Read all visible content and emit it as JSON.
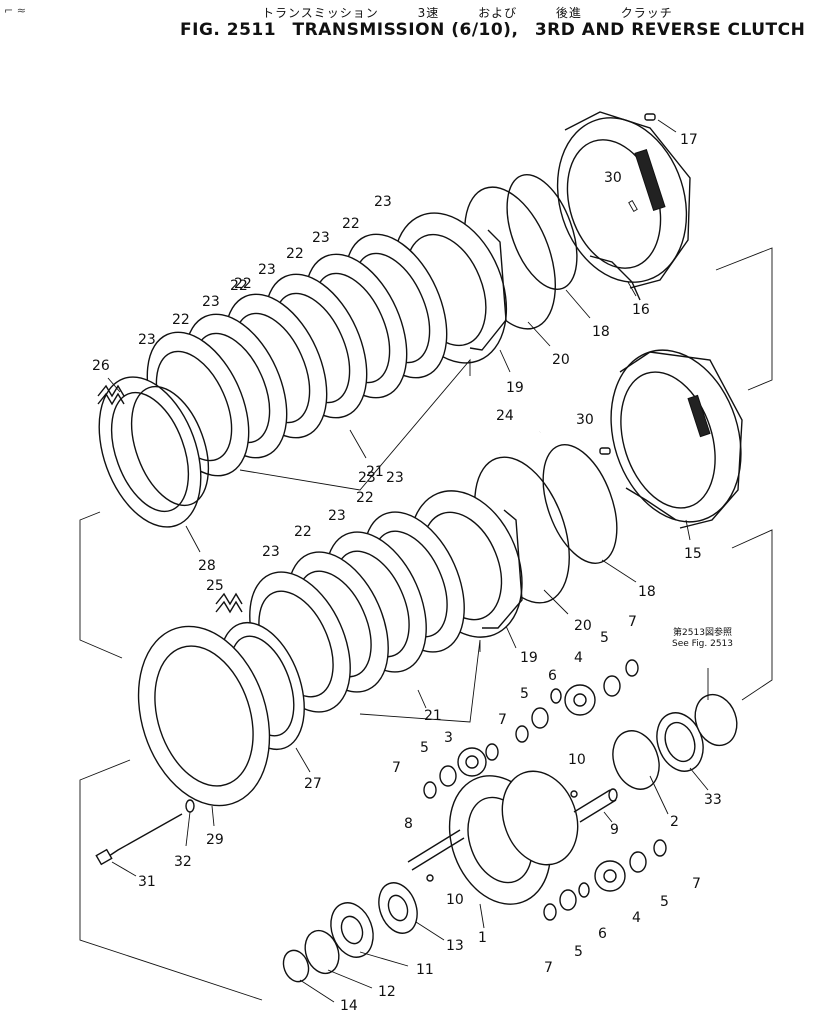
{
  "figure": {
    "jp_title_parts": [
      "トランスミッション",
      "3速",
      "および",
      "後進",
      "クラッチ"
    ],
    "title_parts": [
      "FIG. 2511",
      "TRANSMISSION (6/10),",
      "3RD AND REVERSE CLUTCH"
    ],
    "reference_note": {
      "jp": "第2513図参照",
      "en": "See Fig. 2513"
    }
  },
  "callouts": {
    "c1": "1",
    "c2": "2",
    "c3": "3",
    "c4a": "4",
    "c4b": "4",
    "c5a": "5",
    "c5b": "5",
    "c5c": "5",
    "c5d": "5",
    "c5e": "5",
    "c6a": "6",
    "c6b": "6",
    "c7a": "7",
    "c7b": "7",
    "c7c": "7",
    "c7d": "7",
    "c7e": "7",
    "c8": "8",
    "c9": "9",
    "c10a": "10",
    "c10b": "10",
    "c11": "11",
    "c12": "12",
    "c13": "13",
    "c14": "14",
    "c15": "15",
    "c16": "16",
    "c17": "17",
    "c18a": "18",
    "c18b": "18",
    "c19a": "19",
    "c19b": "19",
    "c20a": "20",
    "c20b": "20",
    "c21a": "21",
    "c21b": "21",
    "c22a": "22",
    "c22b": "22",
    "c22c": "22",
    "c22d": "22",
    "c22e": "22",
    "c22f": "22",
    "c22g": "22",
    "c23a": "23",
    "c23b": "23",
    "c23c": "23",
    "c23d": "23",
    "c23e": "23",
    "c23f": "23",
    "c23g": "23",
    "c23h": "23",
    "c23i": "23",
    "c24": "24",
    "c25": "25",
    "c26": "26",
    "c27": "27",
    "c28": "28",
    "c29": "29",
    "c30a": "30",
    "c30b": "30",
    "c31": "31",
    "c32": "32",
    "c33": "33"
  }
}
